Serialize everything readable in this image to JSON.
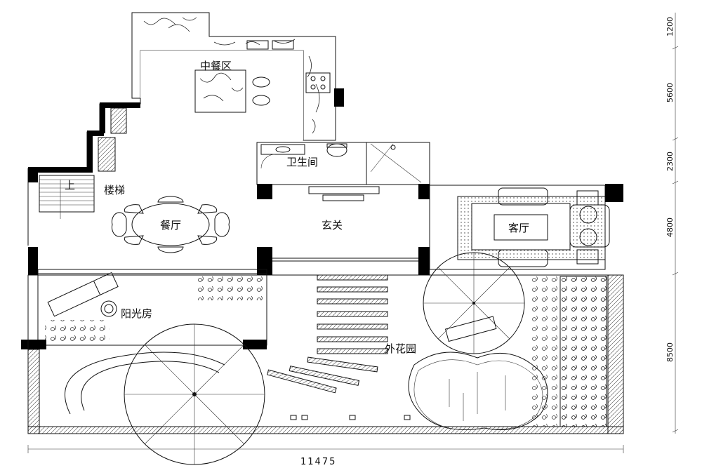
{
  "rooms": {
    "dining_area": "中餐区",
    "bathroom": "卫生间",
    "stairs": "楼梯",
    "stairs_up": "上",
    "dining_room": "餐厅",
    "foyer": "玄关",
    "living_room": "客厅",
    "sunroom": "阳光房",
    "garden": "外花园"
  },
  "dimensions": {
    "vertical": [
      "1200",
      "5600",
      "2300",
      "4800",
      "8500"
    ],
    "total_width": "11475"
  }
}
